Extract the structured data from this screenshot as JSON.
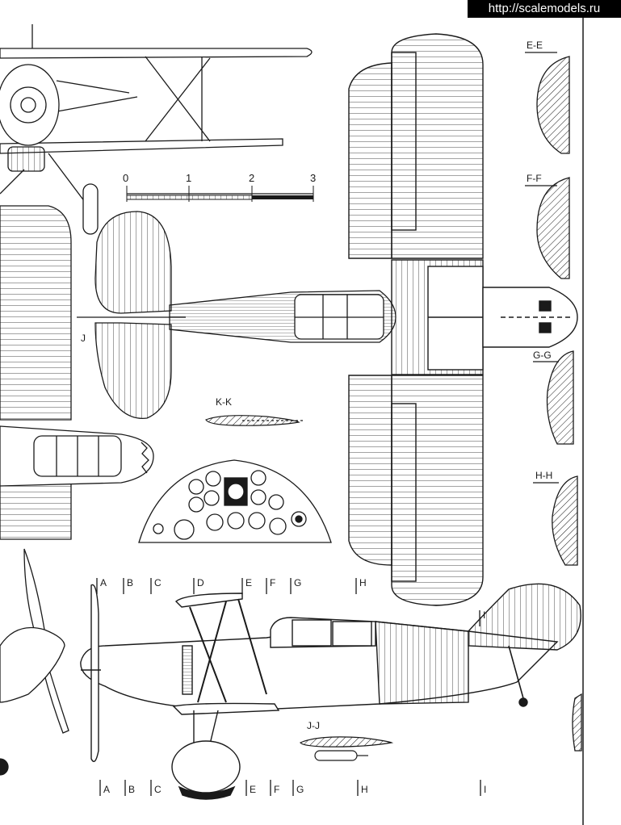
{
  "watermark": "http://scalemodels.ru",
  "scale": {
    "ticks": [
      "0",
      "1",
      "2",
      "3"
    ]
  },
  "sections": {
    "ee": "E-E",
    "ff": "F-F",
    "gg": "G-G",
    "hh": "H-H",
    "jj": "J-J",
    "kk": "K-K",
    "j": "J"
  },
  "stations_top": [
    "A",
    "B",
    "C",
    "D",
    "E",
    "F",
    "G",
    "H",
    "I"
  ],
  "stations_bottom": [
    "A",
    "B",
    "C",
    "E",
    "F",
    "G",
    "H",
    "I"
  ],
  "colors": {
    "ink": "#1a1a1a",
    "paper": "#ffffff",
    "watermark_bg": "#000000"
  }
}
